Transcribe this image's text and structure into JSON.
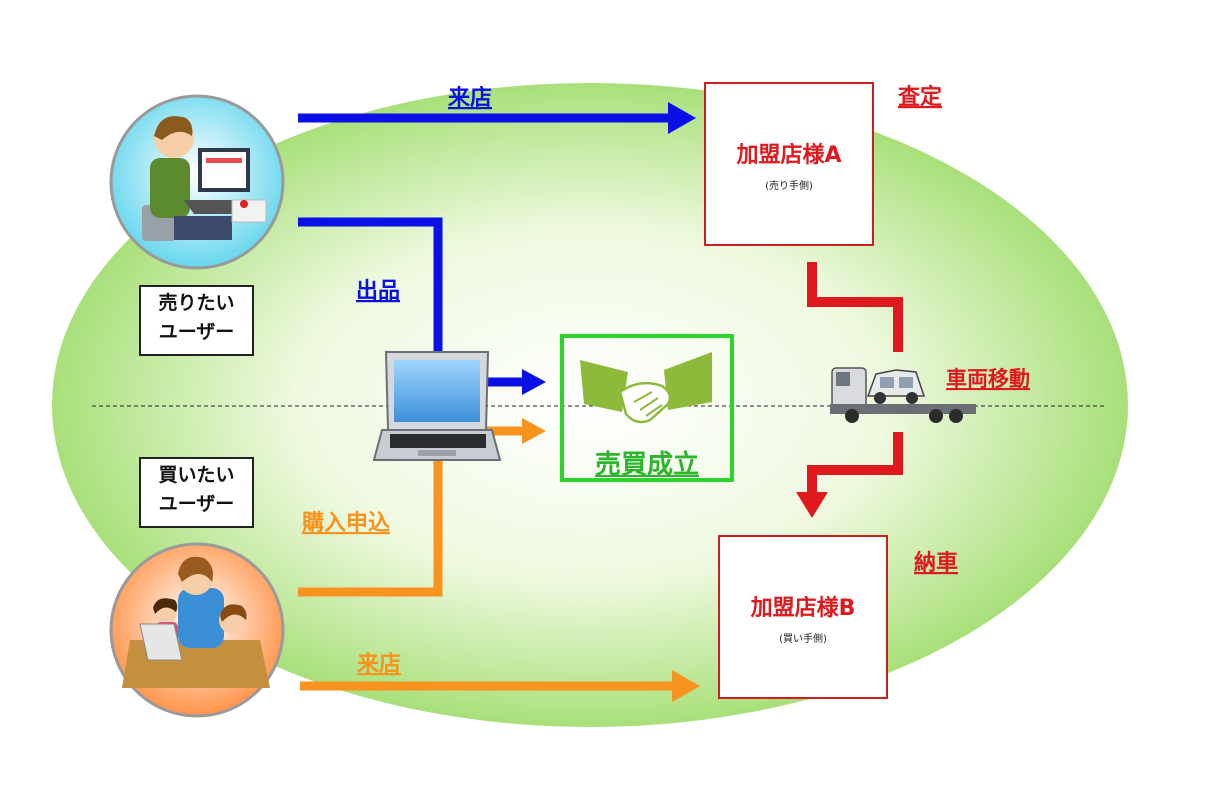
{
  "flow": {
    "visit_top": "来店",
    "listing": "出品",
    "purchase_request": "購入申込",
    "visit_bottom": "来店",
    "appraisal": "査定",
    "vehicle_transfer": "車両移動",
    "delivery": "納車"
  },
  "users": {
    "seller_line1": "売りたい",
    "seller_line2": "ユーザー",
    "buyer_line1": "買いたい",
    "buyer_line2": "ユーザー"
  },
  "stores": {
    "a_name": "加盟店様A",
    "a_role": "(売り手側)",
    "b_name": "加盟店様B",
    "b_role": "(買い手側)"
  },
  "deal": {
    "label": "売買成立"
  },
  "colors": {
    "blue": "#0b10e6",
    "orange": "#f7931e",
    "red": "#e0191f",
    "green": "#2bd42b",
    "handshake": "#8dba3a"
  }
}
